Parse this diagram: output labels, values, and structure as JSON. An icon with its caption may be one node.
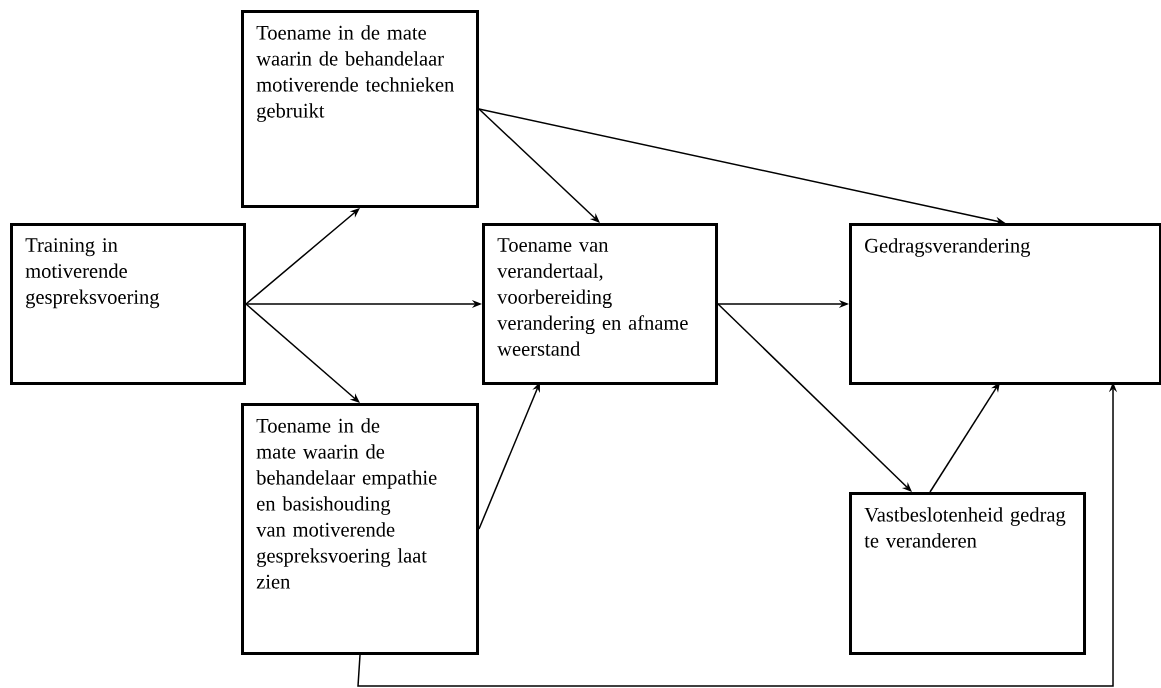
{
  "diagram": {
    "nodes": [
      {
        "text": [
          "Training in motiverende gespreksvoering"
        ]
      },
      {
        "text": [
          "Toename in de mate waarin de behandelaar motiverende technieken gebruikt"
        ]
      },
      {
        "text": [
          "Toename van verandertaal, voorbereiding verandering en afname weerstand"
        ]
      },
      {
        "text": [
          "Toename in de mate waarin de behandelaar empathie en basishouding van motiverende gespreksvoering laat zien"
        ]
      },
      {
        "text": [
          "Gedragsverandering"
        ]
      },
      {
        "text": [
          "Vastbeslotenheid gedrag te veranderen"
        ]
      }
    ],
    "edges": [
      {
        "from": 0,
        "to": 1,
        "arrow": "to"
      },
      {
        "from": 0,
        "to": 2,
        "arrow": "to"
      },
      {
        "from": 0,
        "to": 3,
        "arrow": "to"
      },
      {
        "from": 1,
        "to": 2,
        "arrow": "to"
      },
      {
        "from": 1,
        "to": 4,
        "arrow": "to"
      },
      {
        "from": 3,
        "to": 2,
        "arrow": "to"
      },
      {
        "from": 2,
        "to": 4,
        "arrow": "to"
      },
      {
        "from": 2,
        "to": 5,
        "arrow": "to"
      },
      {
        "from": 5,
        "to": 4,
        "arrow": "to"
      },
      {
        "from": 3,
        "to": 4,
        "arrow": "to"
      }
    ]
  }
}
